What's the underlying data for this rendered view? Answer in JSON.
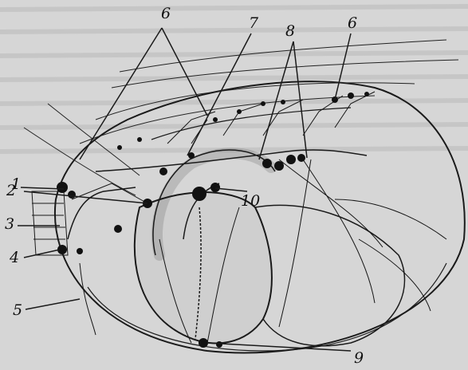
{
  "labels": {
    "l1": "1",
    "l2": "2",
    "l3": "3",
    "l4": "4",
    "l5": "5",
    "l6a": "6",
    "l6b": "6",
    "l7": "7",
    "l8": "8",
    "l9": "9",
    "l10": "10"
  },
  "colors": {
    "ink": "#1a1a1a",
    "paper": "#d6d6d6",
    "shade": "#b9b9b9"
  }
}
